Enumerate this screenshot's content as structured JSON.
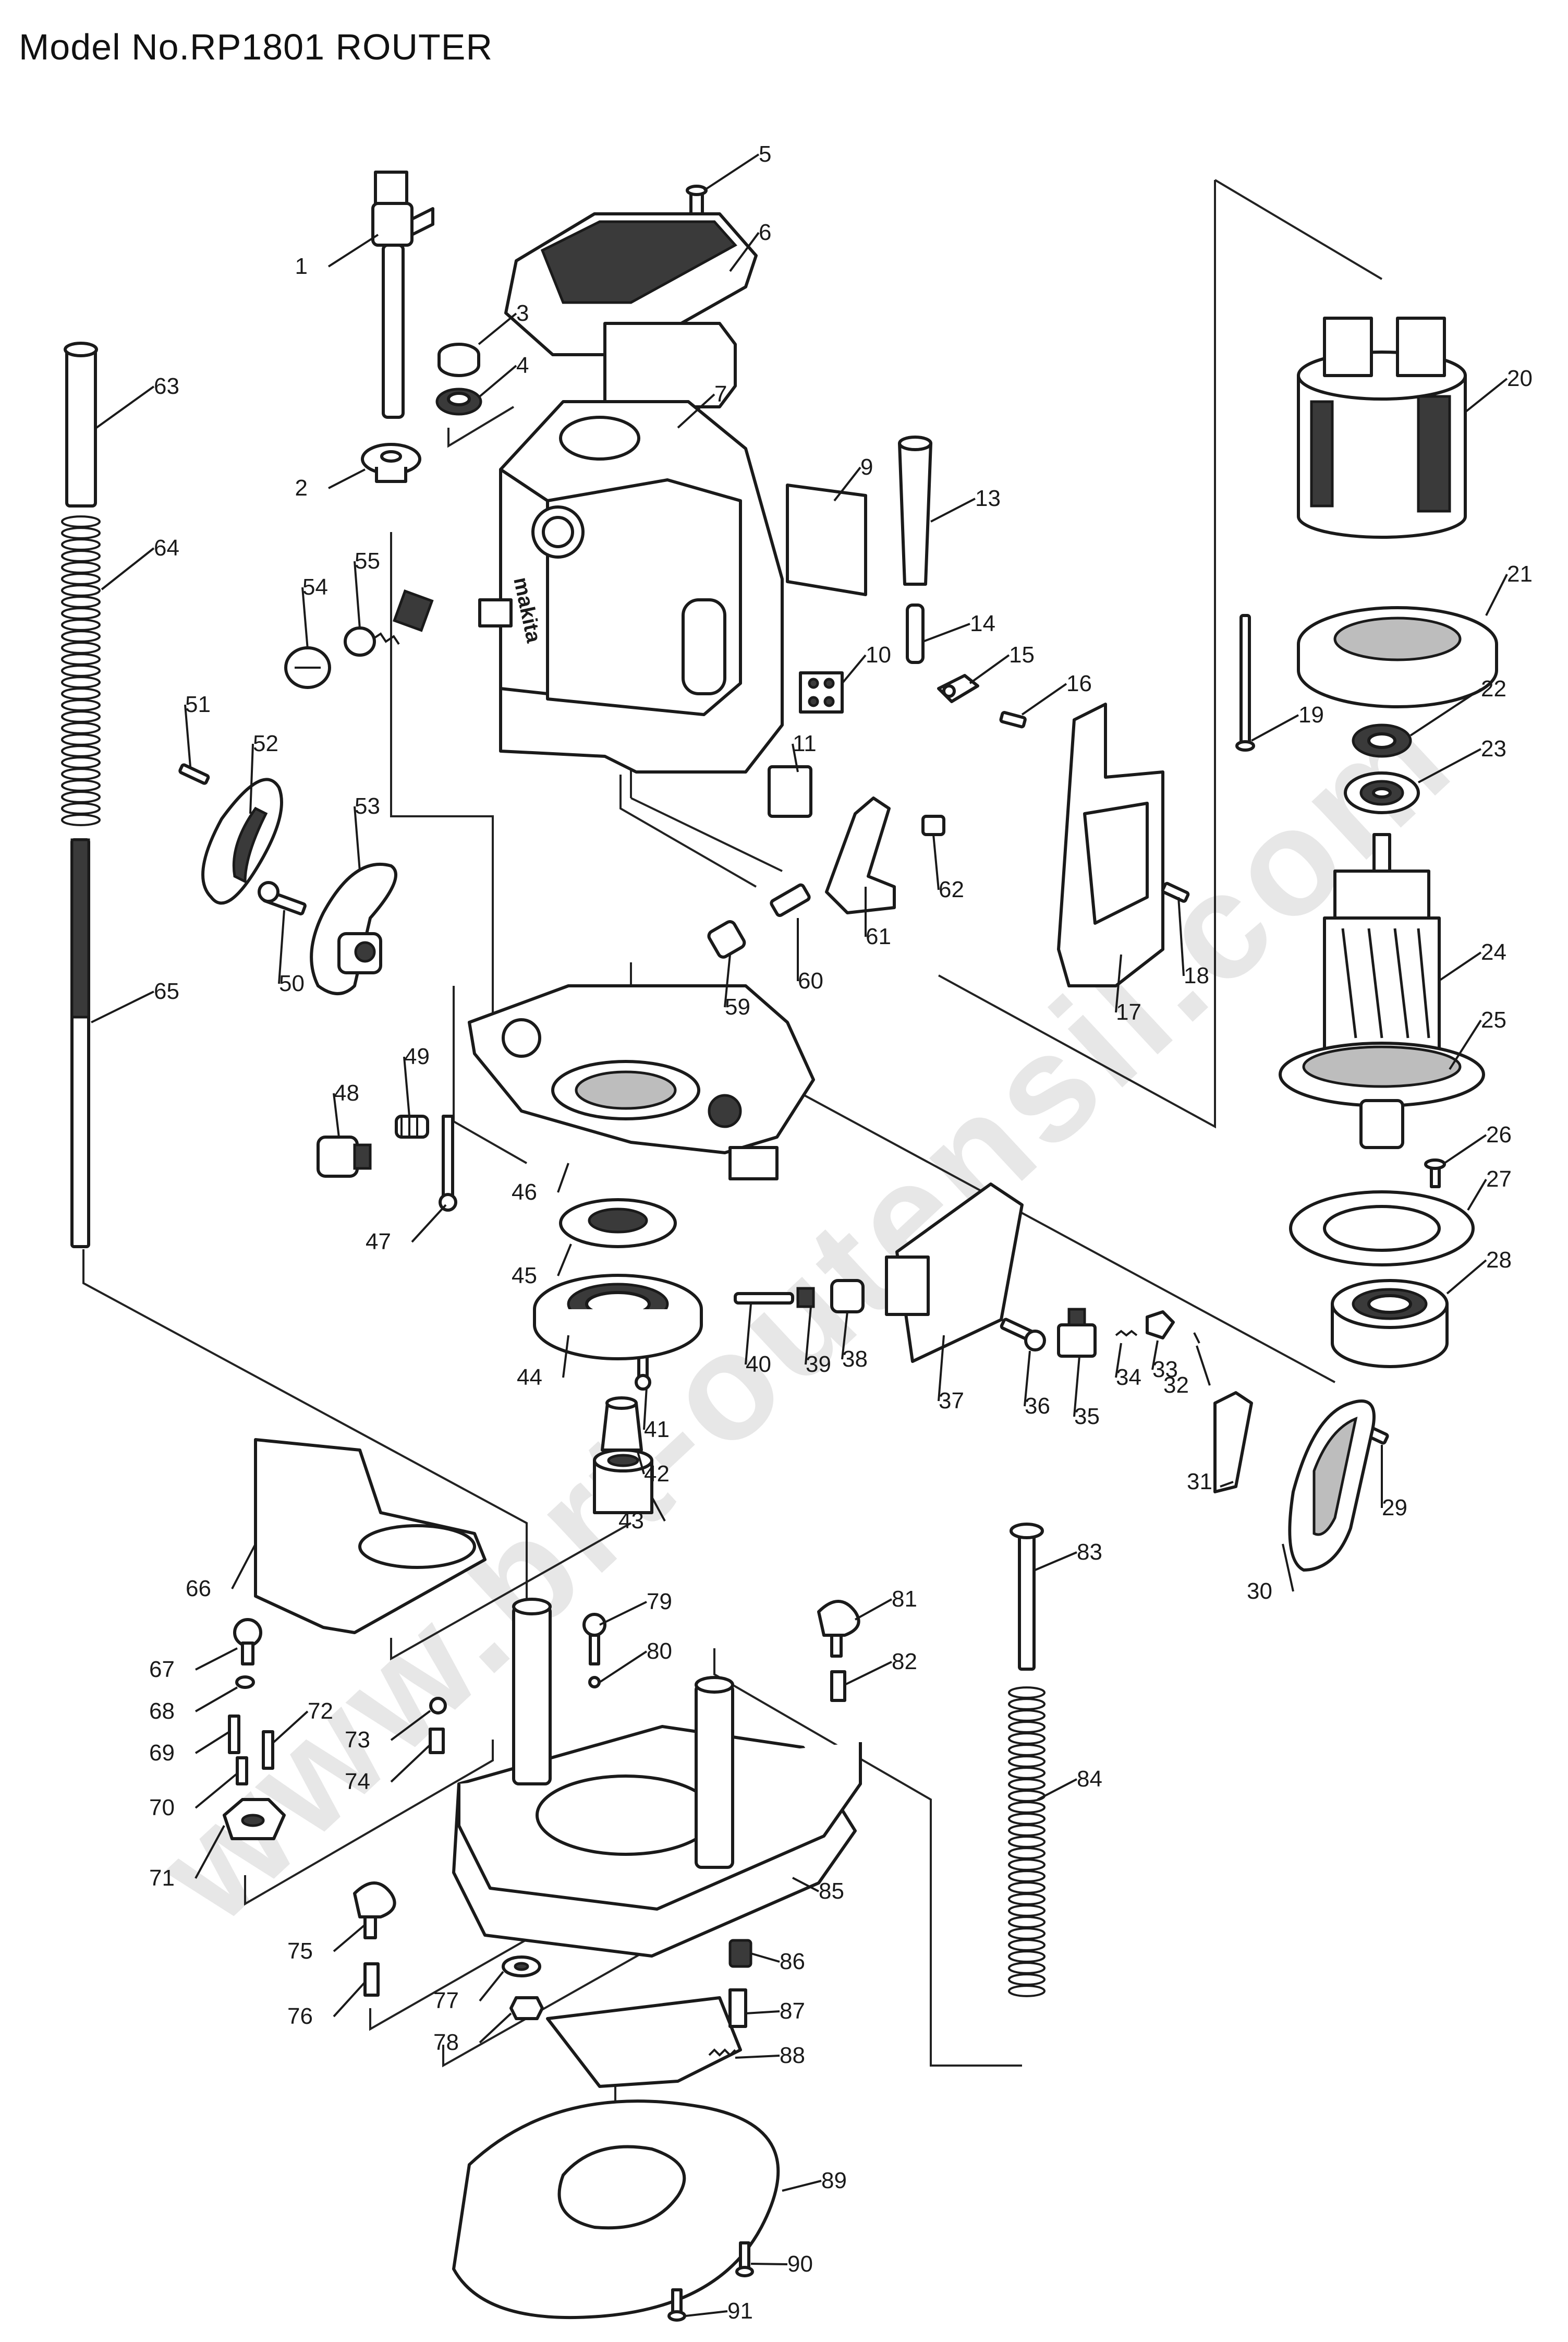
{
  "title": "Model No.RP1801 ROUTER",
  "watermark": "www.brt-outensil.com",
  "housing_brand": "makita",
  "colors": {
    "line": "#1a1a1a",
    "watermark": "#d4d4d4",
    "background": "#ffffff"
  },
  "part_numbers": [
    "1",
    "2",
    "3",
    "4",
    "5",
    "6",
    "7",
    "9",
    "10",
    "11",
    "13",
    "14",
    "15",
    "16",
    "17",
    "18",
    "19",
    "20",
    "21",
    "22",
    "23",
    "24",
    "25",
    "26",
    "27",
    "28",
    "29",
    "30",
    "31",
    "32",
    "33",
    "34",
    "35",
    "36",
    "37",
    "38",
    "39",
    "40",
    "41",
    "42",
    "43",
    "44",
    "45",
    "46",
    "47",
    "48",
    "49",
    "50",
    "51",
    "52",
    "53",
    "54",
    "55",
    "59",
    "60",
    "61",
    "62",
    "63",
    "64",
    "65",
    "66",
    "67",
    "68",
    "69",
    "70",
    "71",
    "72",
    "73",
    "74",
    "75",
    "76",
    "77",
    "78",
    "79",
    "80",
    "81",
    "82",
    "83",
    "84",
    "85",
    "86",
    "87",
    "88",
    "89",
    "90",
    "91"
  ]
}
